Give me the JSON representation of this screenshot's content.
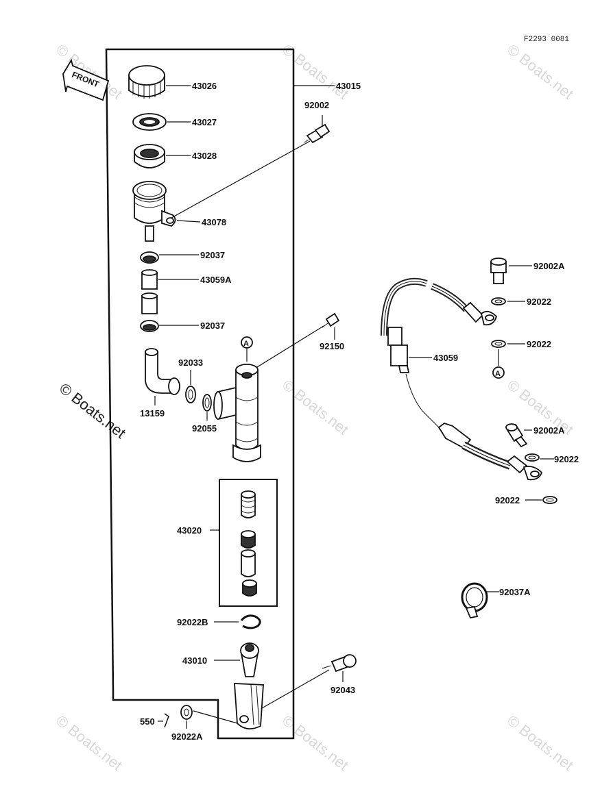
{
  "drawing_code": "F2293 0081",
  "front_label": "FRONT",
  "ref_mark": "A",
  "watermarks": [
    "© Boats.net",
    "© Boats.net",
    "© Boats.net",
    "© Boats.net",
    "© Boats.net",
    "© Boats.net",
    "© Boats.net",
    "© Boats.net",
    "© Boats.net"
  ],
  "parts": {
    "p43026": "43026",
    "p43015": "43015",
    "p43027": "43027",
    "p92002": "92002",
    "p43028": "43028",
    "p43078": "43078",
    "p92037_top": "92037",
    "p43059A": "43059A",
    "p92037_bottom": "92037",
    "p92150": "92150",
    "p92033": "92033",
    "p13159": "13159",
    "p92055": "92055",
    "p43020": "43020",
    "p92022B": "92022B",
    "p43010": "43010",
    "p92043": "92043",
    "p550": "550",
    "p92022A": "92022A",
    "p92002A_top": "92002A",
    "p92022_1": "92022",
    "p92022_2": "92022",
    "p43059": "43059",
    "p92002A_mid": "92002A",
    "p92022_3": "92022",
    "p92022_4": "92022",
    "p92037A": "92037A"
  }
}
